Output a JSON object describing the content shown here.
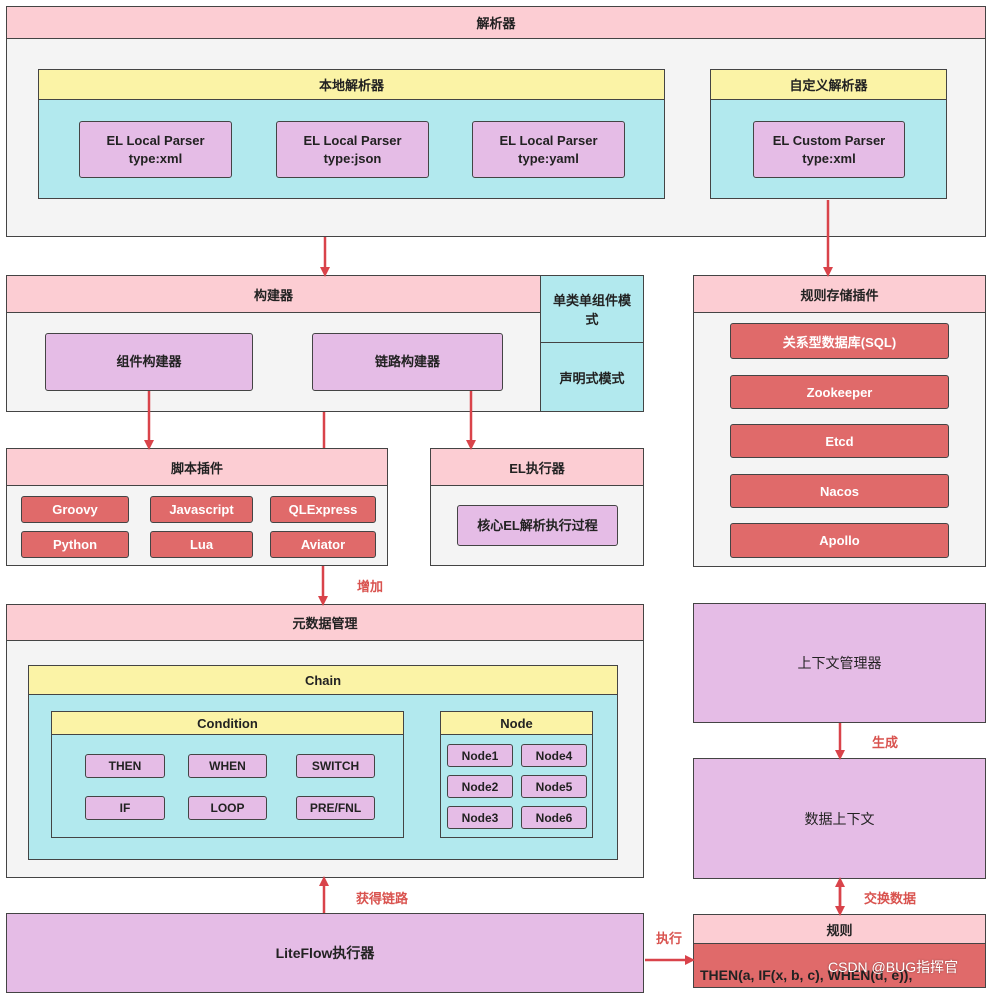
{
  "parser": {
    "title": "解析器",
    "local": {
      "title": "本地解析器",
      "items": [
        "EL Local Parser\ntype:xml",
        "EL Local Parser\ntype:json",
        "EL Local Parser\ntype:yaml"
      ]
    },
    "custom": {
      "title": "自定义解析器",
      "item": "EL Custom Parser\ntype:xml"
    }
  },
  "builder": {
    "title": "构建器",
    "component": "组件构建器",
    "chain": "链路构建器",
    "modes": [
      "单类单组件模式",
      "声明式模式"
    ]
  },
  "storage": {
    "title": "规则存储插件",
    "items": [
      "关系型数据库(SQL)",
      "Zookeeper",
      "Etcd",
      "Nacos",
      "Apollo"
    ]
  },
  "script": {
    "title": "脚本插件",
    "items": [
      "Groovy",
      "Javascript",
      "QLExpress",
      "Python",
      "Lua",
      "Aviator"
    ]
  },
  "el_executor": {
    "title": "EL执行器",
    "item": "核心EL解析执行过程"
  },
  "meta": {
    "title": "元数据管理",
    "chain": "Chain",
    "condition": {
      "title": "Condition",
      "items": [
        "THEN",
        "WHEN",
        "SWITCH",
        "IF",
        "LOOP",
        "PRE/FNL"
      ]
    },
    "node": {
      "title": "Node",
      "items": [
        "Node1",
        "Node4",
        "Node2",
        "Node5",
        "Node3",
        "Node6"
      ]
    }
  },
  "context_manager": "上下文管理器",
  "data_context": "数据上下文",
  "rule": {
    "title": "规则",
    "text": "THEN(a, IF(x, b, c), WHEN(d, e)),"
  },
  "executor": "LiteFlow执行器",
  "labels": {
    "add": "增加",
    "generate": "生成",
    "exchange": "交换数据",
    "get_chain": "获得链路",
    "execute": "执行"
  },
  "watermark": "CSDN @BUG指挥官"
}
